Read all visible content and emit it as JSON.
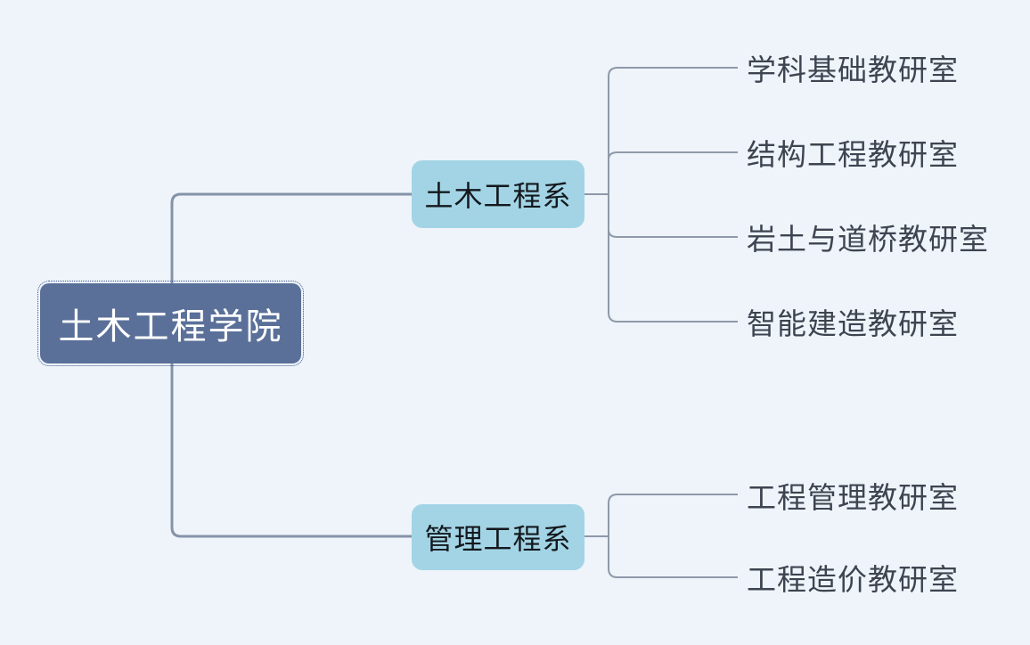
{
  "app": {
    "background_color": "#eef4fa"
  },
  "mindmap": {
    "root": {
      "label": "土木工程学院",
      "bg_color": "#5a7099",
      "text_color": "#ffffff",
      "selected": true
    },
    "branches": [
      {
        "label": "土木工程系",
        "bg_color": "#a2d4e5",
        "text_color": "#14181d",
        "children": [
          {
            "label": "学科基础教研室"
          },
          {
            "label": "结构工程教研室"
          },
          {
            "label": "岩土与道桥教研室"
          },
          {
            "label": "智能建造教研室"
          }
        ]
      },
      {
        "label": "管理工程系",
        "bg_color": "#a2d4e5",
        "text_color": "#14181d",
        "children": [
          {
            "label": "工程管理教研室"
          },
          {
            "label": "工程造价教研室"
          }
        ]
      }
    ],
    "connectors": {
      "root_line_color": "#8593a9",
      "branch_line_color": "#8e99a9"
    },
    "leaf_text_color": "#3e4450"
  }
}
